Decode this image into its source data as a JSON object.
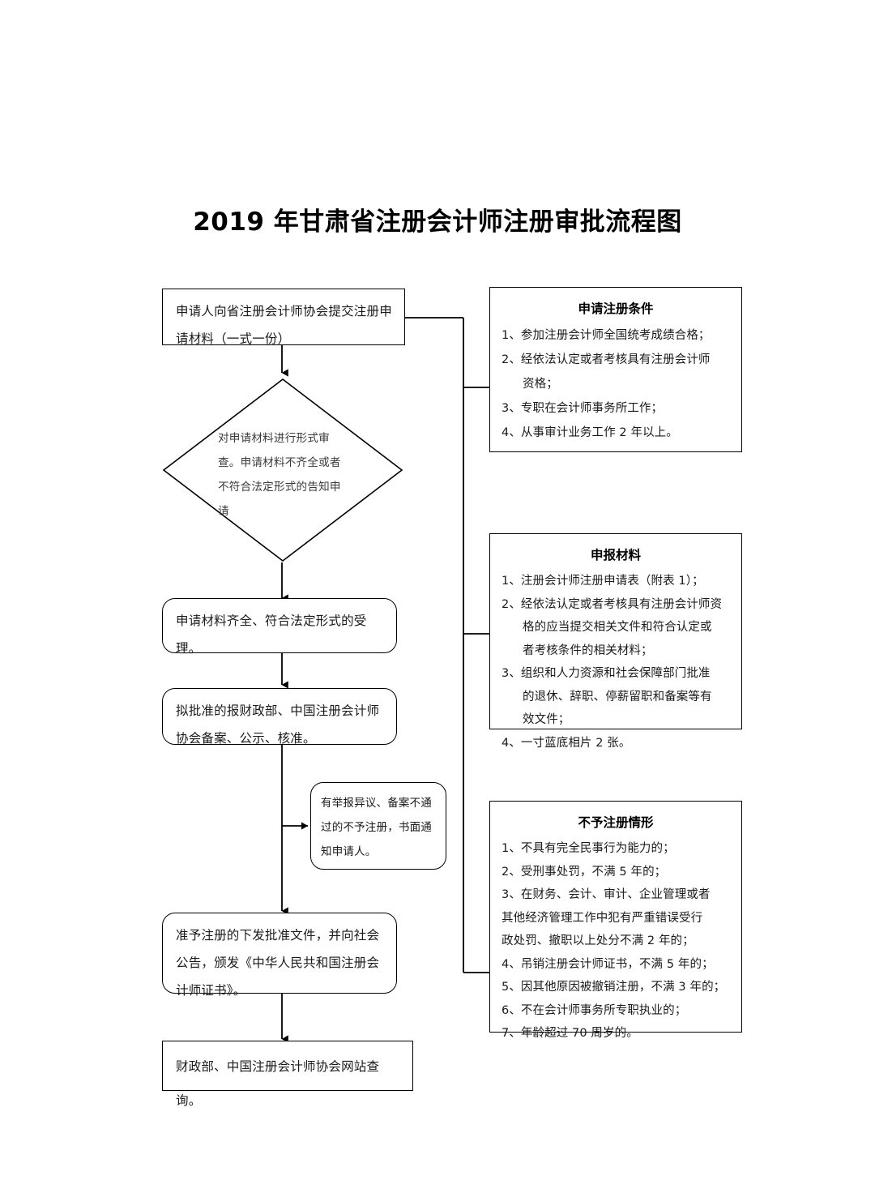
{
  "title": "2019 年甘肃省注册会计师注册审批流程图",
  "flow": {
    "start_box": "申请人向省注册会计师协会提交注册申请材料（一式一份）",
    "decision": "对申请材料进行形式审查。申请材料不齐全或者不符合法定形式的告知申请",
    "accept_box": "申请材料齐全、符合法定形式的受理。",
    "filing_box": "拟批准的报财政部、中国注册会计师协会备案、公示、核准。",
    "reject_branch_box": "有举报异议、备案不通过的不予注册，书面通知申请人。",
    "approve_box": "准予注册的下发批准文件，并向社会公告，颁发《中华人民共和国注册会计师证书》。",
    "query_box": "财政部、中国注册会计师协会网站查询。"
  },
  "panels": {
    "conditions": {
      "title": "申请注册条件",
      "items": [
        "1、参加注册会计师全国统考成绩合格；",
        "2、经依法认定或者考核具有注册会计师",
        "资格；",
        "3、专职在会计师事务所工作；",
        "4、从事审计业务工作 2 年以上。"
      ]
    },
    "materials": {
      "title": "申报材料",
      "items": [
        "1、注册会计师注册申请表（附表 1）；",
        "2、经依法认定或者考核具有注册会计师资",
        "格的应当提交相关文件和符合认定或",
        "者考核条件的相关材料；",
        "3、组织和人力资源和社会保障部门批准",
        "的退休、辞职、停薪留职和备案等有",
        "效文件；",
        "4、一寸蓝底相片 2 张。"
      ]
    },
    "refusal": {
      "title": "不予注册情形",
      "items": [
        "1、不具有完全民事行为能力的；",
        "2、受刑事处罚，不满 5 年的；",
        "3、在财务、会计、审计、企业管理或者",
        "其他经济管理工作中犯有严重错误受行",
        "政处罚、撤职以上处分不满 2 年的；",
        "4、吊销注册会计师证书，不满 5 年的；",
        "5、因其他原因被撤销注册，不满 3 年的；",
        "6、不在会计师事务所专职执业的；",
        "7、年龄超过 70 周岁的。"
      ]
    }
  },
  "style": {
    "line_color": "#000000",
    "text_color": "#1a1a1a",
    "background": "#ffffff"
  }
}
